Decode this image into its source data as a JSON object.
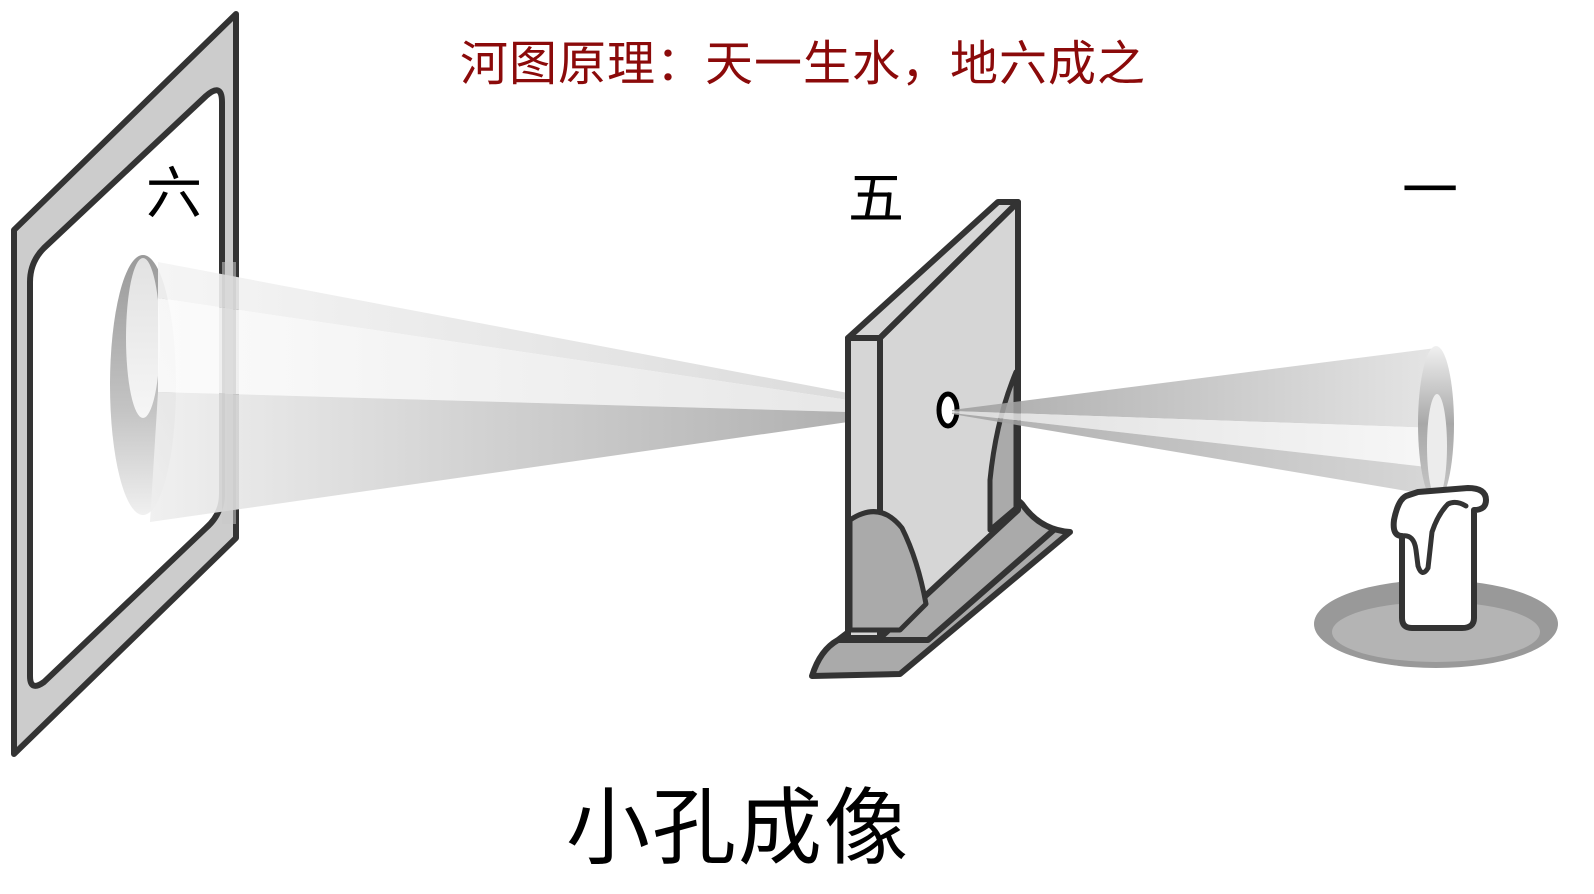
{
  "title": "河图原理：天一生水，地六成之",
  "caption": "小孔成像",
  "labels": {
    "screen": "六",
    "barrier": "五",
    "candle": "一"
  },
  "objects": [
    {
      "name": "image-screen",
      "label": "六"
    },
    {
      "name": "pinhole-barrier",
      "label": "五"
    },
    {
      "name": "candle",
      "label": "一"
    }
  ],
  "colors": {
    "title": "#8b0a0a",
    "outline": "#333333",
    "frame_fill": "#cccccc",
    "panel_fill": "#d6d6d6",
    "shadow_fill": "#a8a8a8",
    "beam_light": "#f2f2f2",
    "beam_dark": "#a6a6a6"
  }
}
